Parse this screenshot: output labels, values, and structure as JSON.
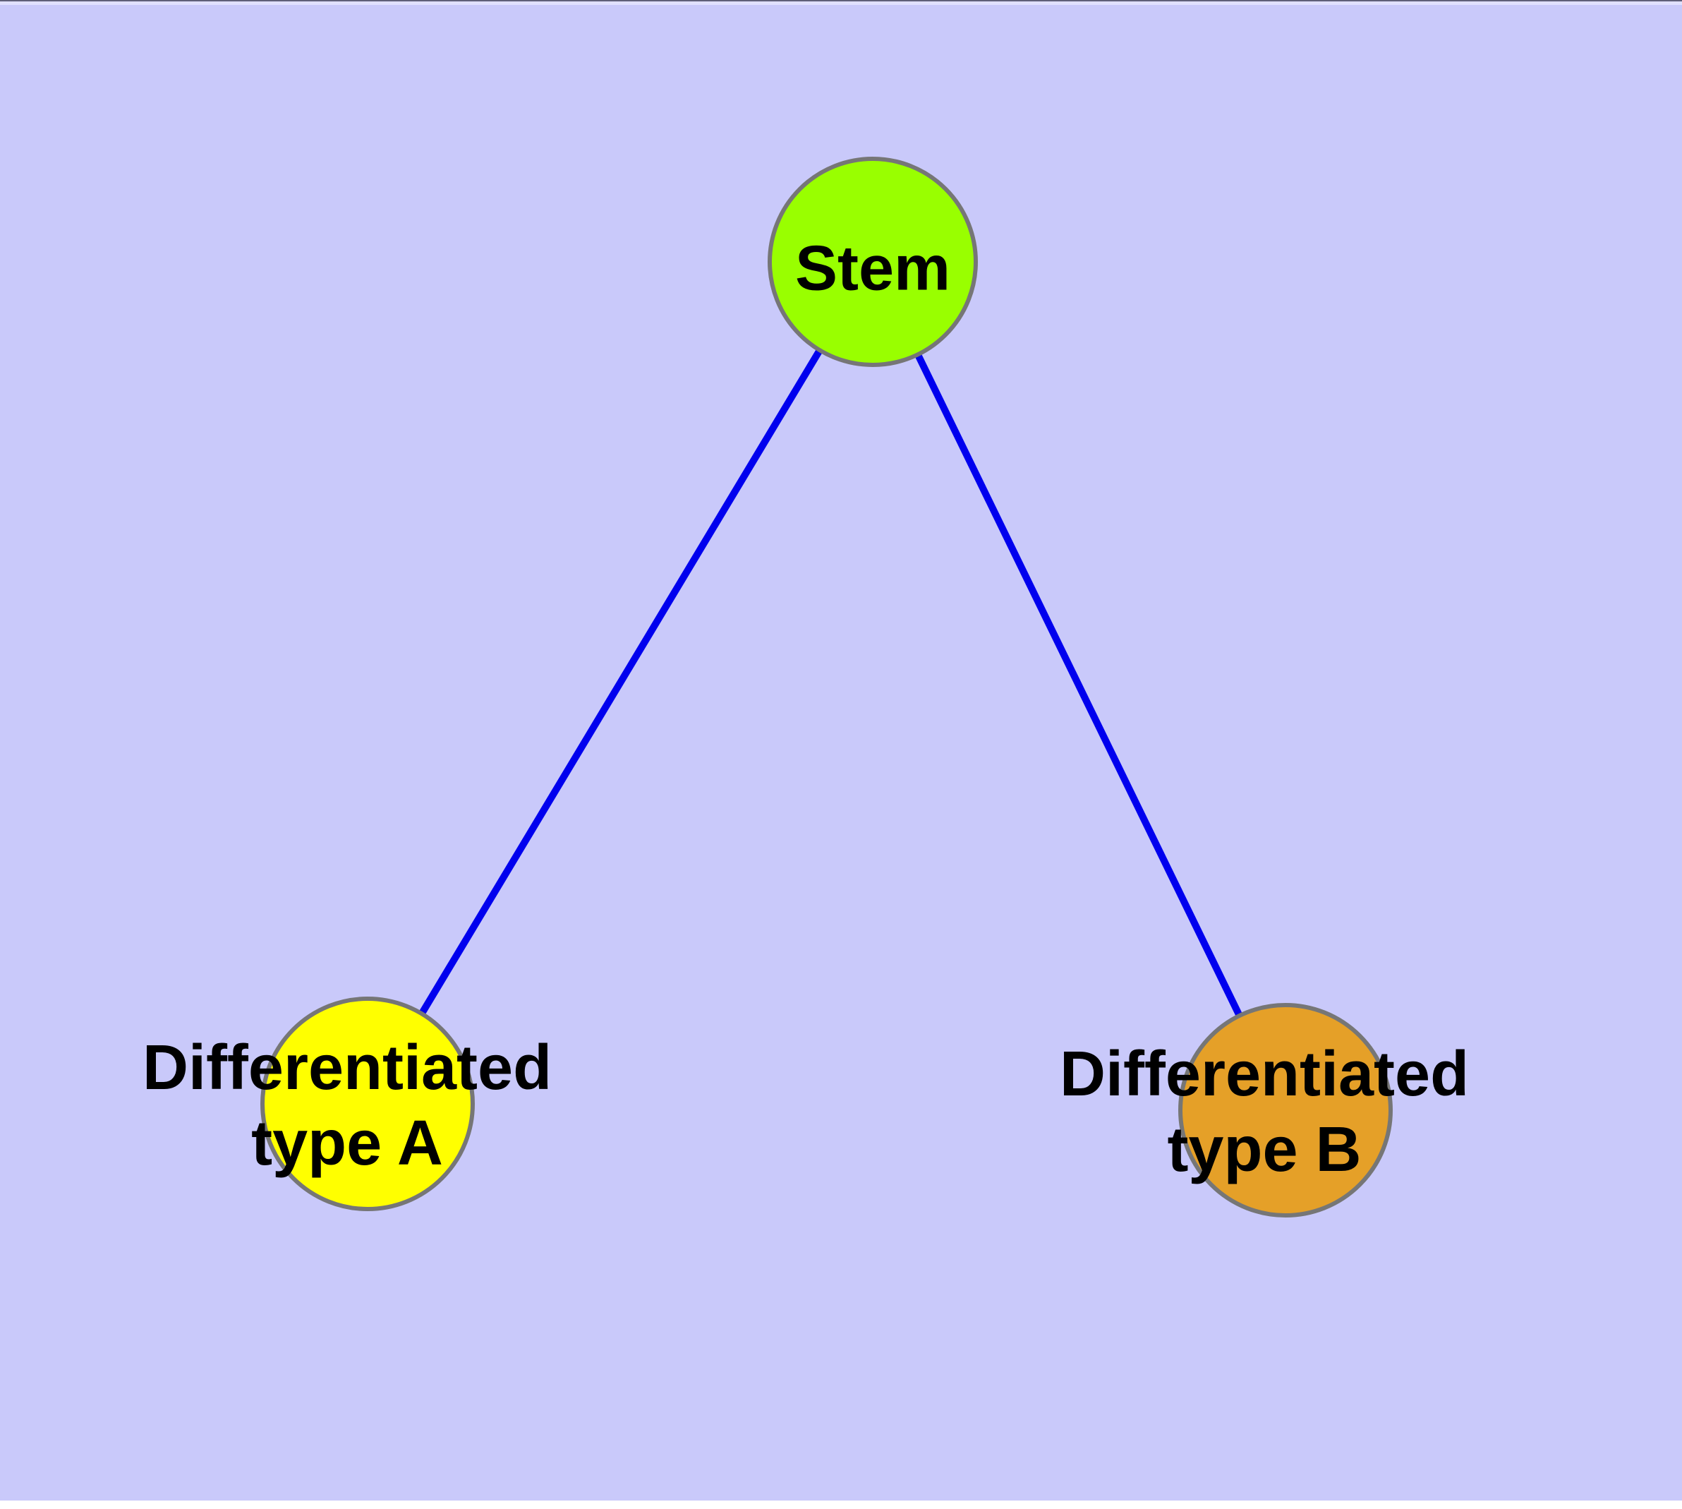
{
  "diagram": {
    "background_color": "#C9C9FA",
    "chrome": {
      "top_edge_color": "#5F5F78",
      "top_strip_color": "#E0E0FE",
      "bottom_strip_color": "#FFFFFF"
    },
    "edge_color": "#0000EE",
    "node_border_color": "#767676",
    "text_color": "#000000",
    "nodes": [
      {
        "id": "stem",
        "label": "Stem",
        "fill": "#99FF00"
      },
      {
        "id": "type-a",
        "label": "Differentiated\ntype A",
        "fill": "#FFFF00"
      },
      {
        "id": "type-b",
        "label": "Differentiated\ntype B",
        "fill": "#E5A028"
      }
    ],
    "edges": [
      {
        "from": "stem",
        "to": "type-a"
      },
      {
        "from": "stem",
        "to": "type-b"
      }
    ]
  }
}
